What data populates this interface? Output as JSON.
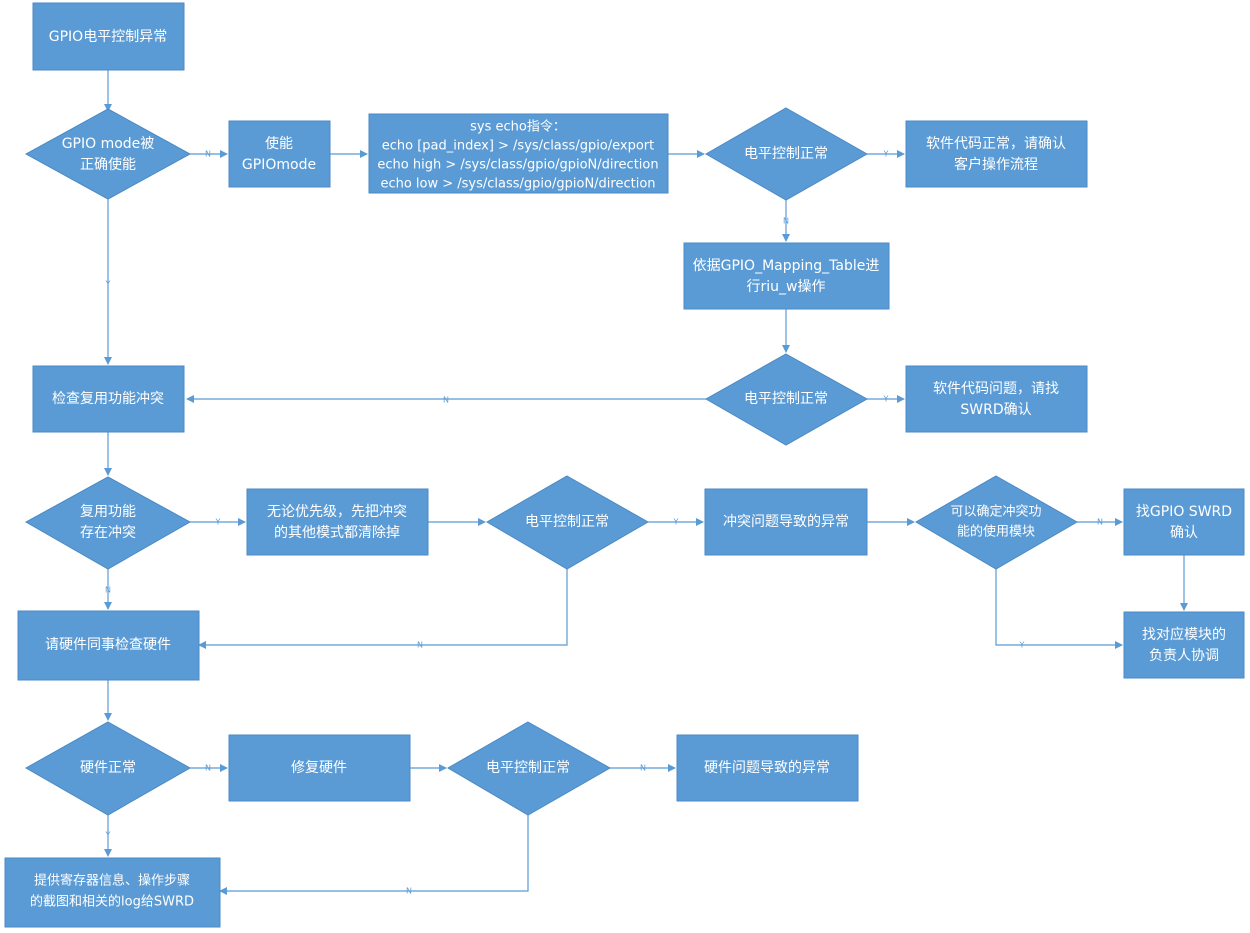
{
  "nodes": {
    "start": {
      "lines": [
        "GPIO电平控制异常"
      ]
    },
    "d_mode": {
      "lines": [
        "GPIO mode被",
        "正确使能"
      ]
    },
    "enable": {
      "lines": [
        "使能",
        "GPIOmode"
      ]
    },
    "sysecho": {
      "lines": [
        "sys echo指令：",
        "echo [pad_index] > /sys/class/gpio/export",
        "echo high > /sys/class/gpio/gpioN/direction",
        "echo low > /sys/class/gpio/gpioN/direction"
      ]
    },
    "d_level1": {
      "lines": [
        "电平控制正常"
      ]
    },
    "sw_ok": {
      "lines": [
        "软件代码正常，请确认",
        "客户操作流程"
      ]
    },
    "riu": {
      "lines": [
        "依据GPIO_Mapping_Table进",
        "行riu_w操作"
      ]
    },
    "d_level2": {
      "lines": [
        "电平控制正常"
      ]
    },
    "sw_issue": {
      "lines": [
        "软件代码问题，请找",
        "SWRD确认"
      ]
    },
    "check_mux": {
      "lines": [
        "检查复用功能冲突"
      ]
    },
    "d_conflict": {
      "lines": [
        "复用功能",
        "存在冲突"
      ]
    },
    "clear": {
      "lines": [
        "无论优先级，先把冲突",
        "的其他模式都清除掉"
      ]
    },
    "d_level3": {
      "lines": [
        "电平控制正常"
      ]
    },
    "conflict_err": {
      "lines": [
        "冲突问题导致的异常"
      ]
    },
    "d_module": {
      "lines": [
        "可以确定冲突功",
        "能的使用模块"
      ]
    },
    "find_swrd": {
      "lines": [
        "找GPIO SWRD",
        "确认"
      ]
    },
    "find_owner": {
      "lines": [
        "找对应模块的",
        "负责人协调"
      ]
    },
    "hw_check": {
      "lines": [
        "请硬件同事检查硬件"
      ]
    },
    "d_hw": {
      "lines": [
        "硬件正常"
      ]
    },
    "fix_hw": {
      "lines": [
        "修复硬件"
      ]
    },
    "d_level4": {
      "lines": [
        "电平控制正常"
      ]
    },
    "hw_err": {
      "lines": [
        "硬件问题导致的异常"
      ]
    },
    "provide": {
      "lines": [
        "提供寄存器信息、操作步骤",
        "的截图和相关的log给SWRD"
      ]
    }
  },
  "edge_labels": {
    "mode_n": "N",
    "mode_y": "Y",
    "lvl1_y": "Y",
    "lvl1_n": "N",
    "lvl2_y": "Y",
    "lvl2_n": "N",
    "conf_y": "Y",
    "conf_n": "N",
    "lvl3_y": "Y",
    "lvl3_n": "N",
    "mod_n": "N",
    "mod_y": "Y",
    "hw_n": "N",
    "hw_y": "Y",
    "lvl4_n": "N",
    "lvl4_y": "N"
  },
  "colors": {
    "shape": "#5b9bd5",
    "line": "#5b9bd5",
    "text": "#ffffff"
  }
}
